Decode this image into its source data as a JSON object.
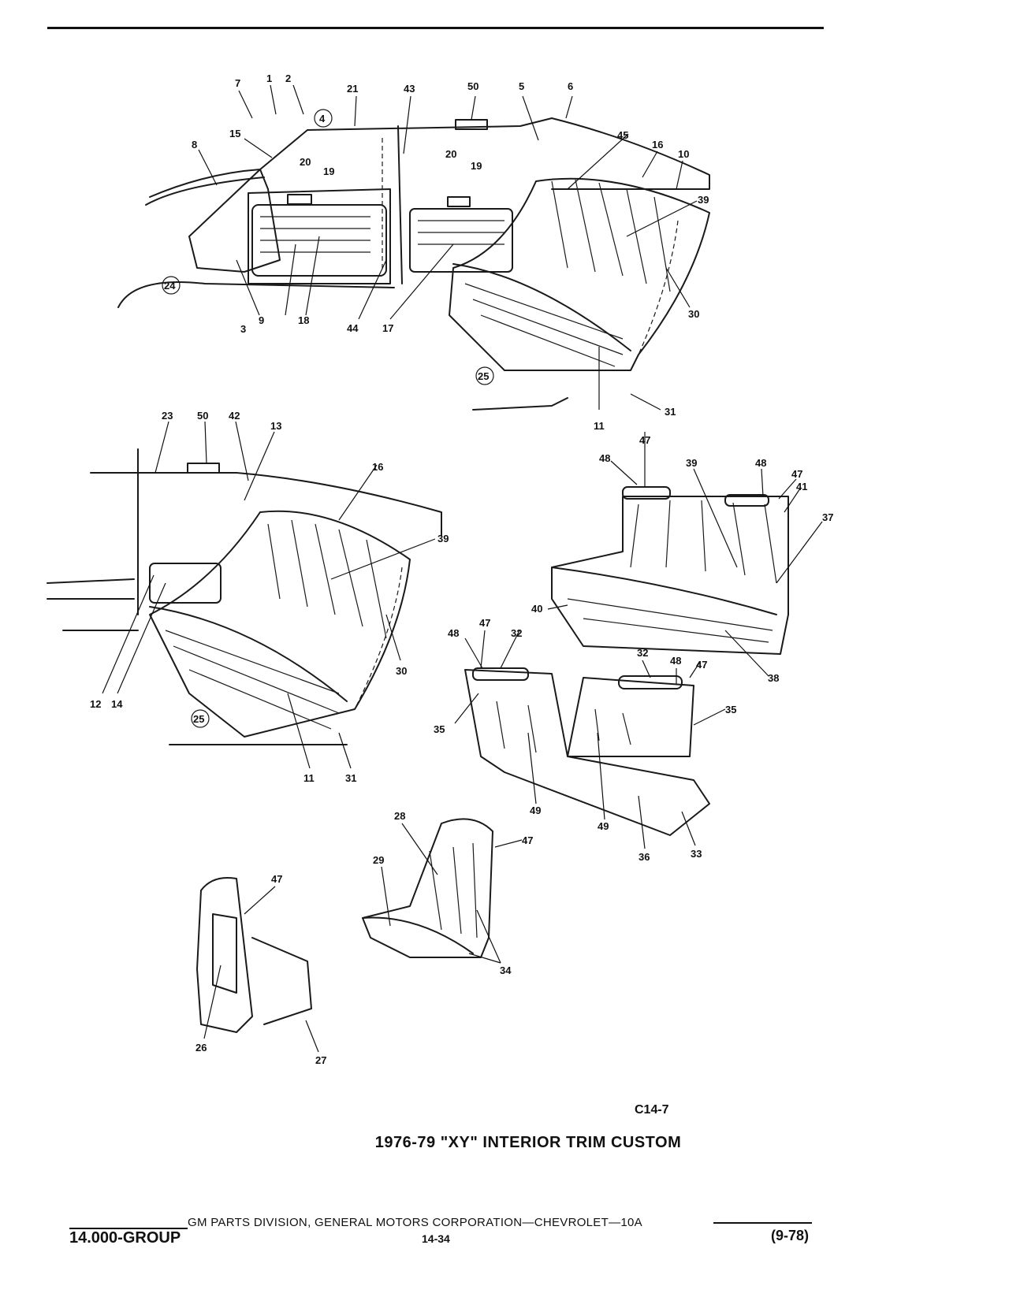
{
  "figure": {
    "code": "C14-7",
    "title": "1976-79 \"XY\" INTERIOR TRIM CUSTOM"
  },
  "footer": {
    "publisher": "GM PARTS DIVISION, GENERAL MOTORS CORPORATION—CHEVROLET—10A",
    "group": "14.000-GROUP",
    "page": "14-34",
    "date": "(9-78)"
  },
  "callouts": {
    "view1": [
      "7",
      "1",
      "2",
      "4",
      "21",
      "43",
      "50",
      "5",
      "6",
      "15",
      "45",
      "8",
      "20",
      "19",
      "20",
      "19",
      "16",
      "10",
      "39",
      "24",
      "3",
      "9",
      "18",
      "44",
      "17",
      "30",
      "25",
      "31",
      "11"
    ],
    "view2": [
      "23",
      "50",
      "42",
      "13",
      "16",
      "39",
      "12",
      "14",
      "30",
      "25",
      "11",
      "31"
    ],
    "view3": [
      "47",
      "48",
      "39",
      "48",
      "47",
      "41",
      "37",
      "40",
      "38",
      "48",
      "47",
      "32",
      "32",
      "48",
      "47",
      "35",
      "35",
      "49",
      "49",
      "36",
      "33"
    ],
    "view4": [
      "28",
      "47",
      "29",
      "34",
      "47",
      "26",
      "27"
    ]
  }
}
